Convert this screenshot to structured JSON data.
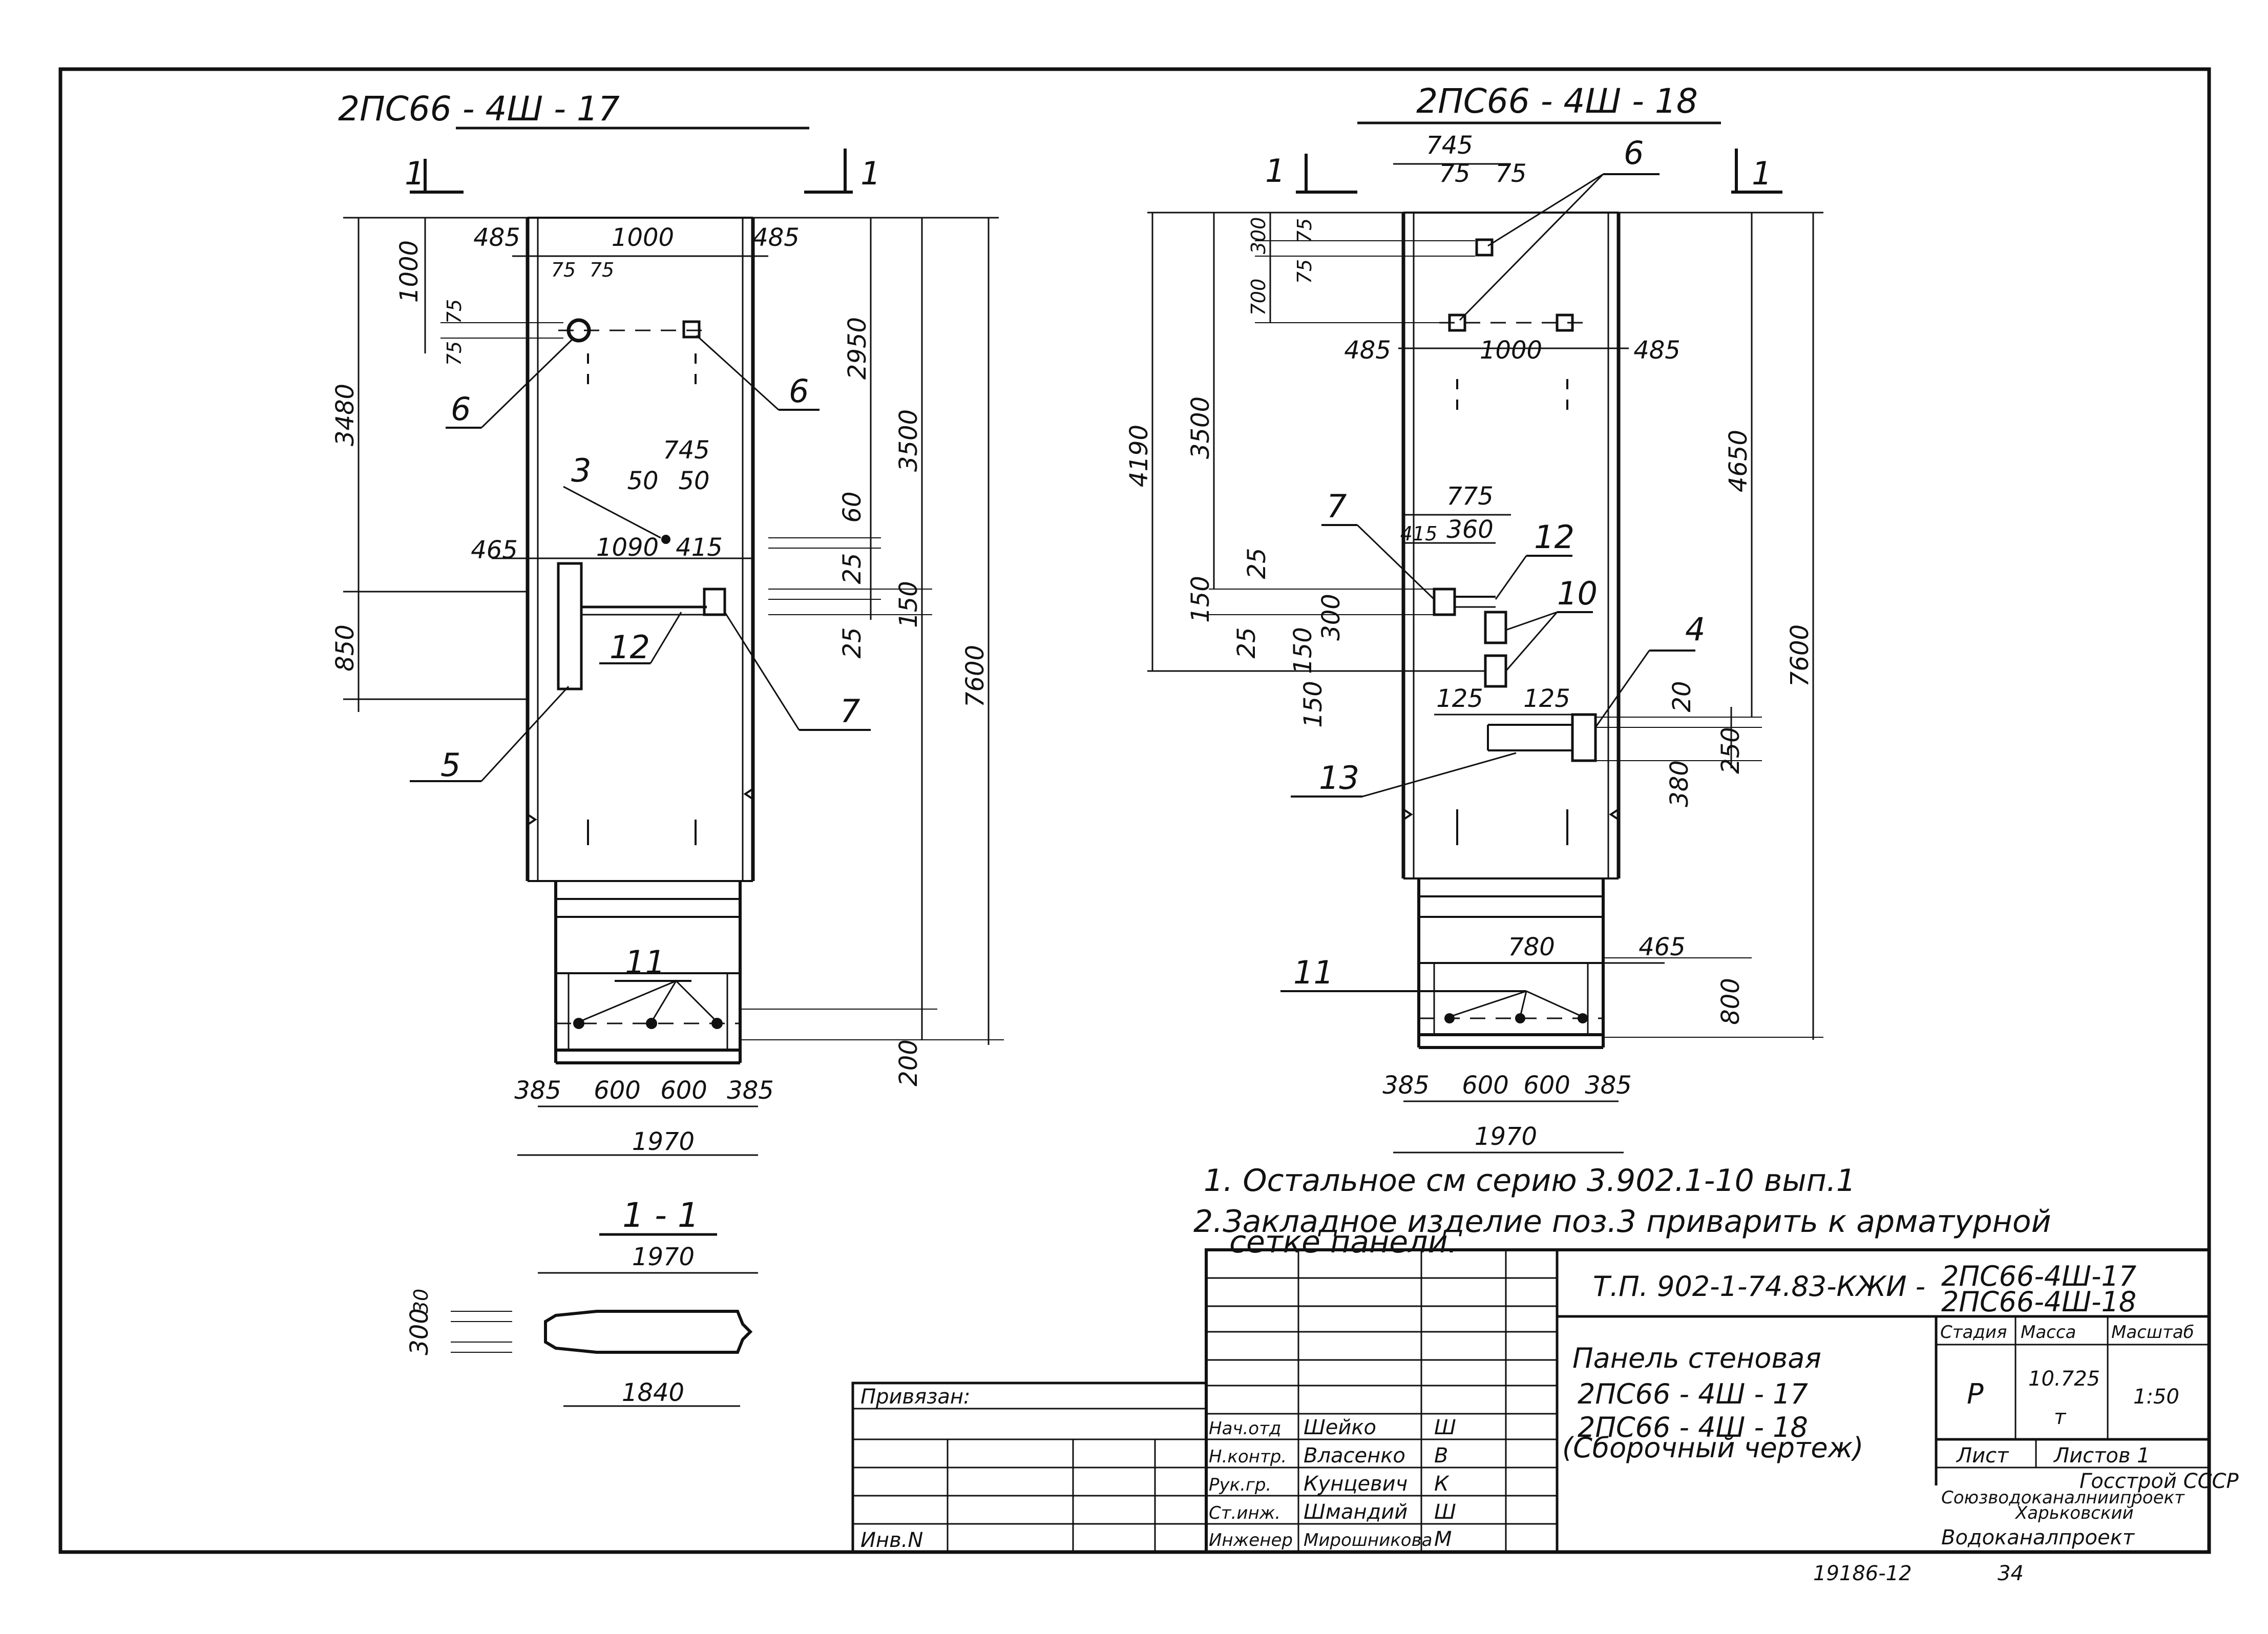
{
  "drawing": {
    "left_view": {
      "title": "2ПС66 - 4Ш - 17",
      "section_mark": "1",
      "dims": {
        "d485a": "485",
        "d1000": "1000",
        "d485b": "485",
        "d1000v": "1000",
        "d75a": "75",
        "d75b": "75",
        "d75c": "75",
        "d75d": "75",
        "d3480": "3480",
        "d850": "850",
        "d2950": "2950",
        "d3500": "3500",
        "d7600": "7600",
        "d60": "60",
        "d25a": "25",
        "d150": "150",
        "d25b": "25",
        "d745": "745",
        "d50a": "50",
        "d50b": "50",
        "d465": "465",
        "d1090": "1090",
        "d415": "415",
        "d200": "200",
        "d385a": "385",
        "d600a": "600",
        "d600b": "600",
        "d385b": "385",
        "d1970": "1970"
      },
      "callouts": {
        "c6a": "6",
        "c6b": "6",
        "c3": "3",
        "c12": "12",
        "c7": "7",
        "c5": "5",
        "c11": "11"
      }
    },
    "right_view": {
      "title": "2ПС66 - 4Ш - 18",
      "section_mark": "1",
      "dims": {
        "d745": "745",
        "d75a": "75",
        "d75b": "75",
        "d300": "300",
        "d700": "700",
        "d75c": "75",
        "d75d": "75",
        "d485a": "485",
        "d1000": "1000",
        "d485b": "485",
        "d4190": "4190",
        "d3500": "3500",
        "d4650": "4650",
        "d7600": "7600",
        "d775": "775",
        "d415": "415",
        "d360": "360",
        "d150a": "150",
        "d25a": "25",
        "d25b": "25",
        "d150b": "150",
        "d300b": "300",
        "d150c": "150",
        "d125a": "125",
        "d125b": "125",
        "d20": "20",
        "d250": "250",
        "d380": "380",
        "d780": "780",
        "d465": "465",
        "d800": "800",
        "d385a": "385",
        "d600a": "600",
        "d600b": "600",
        "d385b": "385",
        "d1970": "1970"
      },
      "callouts": {
        "c6": "6",
        "c7": "7",
        "c12": "12",
        "c10": "10",
        "c4": "4",
        "c13": "13",
        "c11": "11"
      }
    },
    "section": {
      "title": "1 - 1",
      "width_top": "1970",
      "width_bottom": "1840",
      "dim_a": "300",
      "dim_b": "30"
    }
  },
  "notes": [
    "1. Остальное см серию 3.902.1-10 вып.1",
    "2.Закладное изделие поз.3 приварить к арматурной",
    "сетке панели."
  ],
  "title_block": {
    "code_left": "Т.П. 902-1-74.83-КЖИ -",
    "code_right_1": "2ПС66-4Ш-17",
    "code_right_2": "2ПС66-4Ш-18",
    "product_name": "Панель стеновая",
    "product_mark_1": "2ПС66 - 4Ш - 17",
    "product_mark_2": "2ПС66 - 4Ш - 18",
    "drawing_type": "(Сборочный чертеж)",
    "col_stage": "Стадия",
    "col_mass": "Масса",
    "col_scale": "Масштаб",
    "stage": "Р",
    "mass": "10.725",
    "mass_unit": "т",
    "scale": "1:50",
    "sheet_label": "Лист",
    "sheets_label": "Листов 1",
    "org_1": "Госстрой СССР",
    "org_2": "Союзводоканалниипроект",
    "org_3": "Харьковский",
    "org_4": "Водоканалпроект",
    "privyazan": "Привязан:",
    "inv_no": "Инв.N",
    "staff": [
      {
        "role": "Нач.отд",
        "name": "Шейко",
        "sign": "Ш"
      },
      {
        "role": "Н.контр.",
        "name": "Власенко",
        "sign": "В"
      },
      {
        "role": "Рук.гр.",
        "name": "Кунцевич",
        "sign": "К"
      },
      {
        "role": "Ст.инж.",
        "name": "Шмандий",
        "sign": "Ш"
      },
      {
        "role": "Инженер",
        "name": "Мирошникова",
        "sign": "М"
      }
    ],
    "archive_no": "19186-12",
    "page_no": "34"
  }
}
